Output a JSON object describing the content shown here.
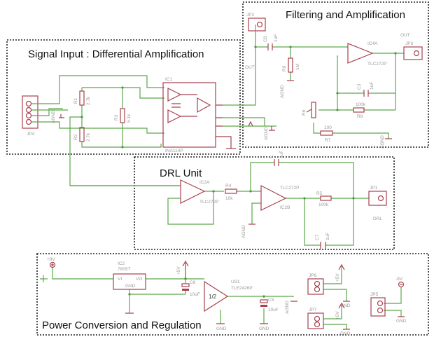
{
  "sections": {
    "signal_input": "Signal Input : Differential Amplification",
    "filtering": "Filtering and Amplification",
    "drl": "DRL Unit",
    "power": "Power Conversion and Regulation"
  },
  "signal": {
    "jp4": "JP4",
    "agnd": "AGND",
    "r1": "R1",
    "r1_val": "2.7k",
    "r2": "R2",
    "r2_val": "2.7k",
    "r3": "R3",
    "r3_val": "5.1k",
    "ic1": "IC1",
    "ic1_part": "INA114P"
  },
  "filter": {
    "jp2": "JP2",
    "c8": "C8",
    "c8_val": "1uF",
    "r9": "R9",
    "r9_val": "1M",
    "agnd1": "AGND",
    "ic4a": "IC4A",
    "ic4_part": "TLC272P",
    "out": "OUT",
    "out_left": "OUT",
    "jp3": "JP3",
    "c3": "C3",
    "c3_val": "1uF",
    "r8_val": "100k",
    "r8": "R8",
    "r6": "R6",
    "r7_val": "100",
    "r7": "R7",
    "agnd2": "AGND",
    "agnd3": "AGND"
  },
  "drl": {
    "ic2a": "IC2A",
    "ic2a_part": "TLC272P",
    "r4": "R4",
    "r4_val": "10k",
    "ic2b_part": "TLC272P",
    "ic2b": "IC2B",
    "r5": "R5",
    "r5_val": "100k",
    "jp1": "JP1",
    "drl": "DRL",
    "agnd": "AGND",
    "c_top": "C",
    "c_top_val": "1uF",
    "c7": "C7",
    "c7_val": "1uF"
  },
  "power": {
    "p9v": "+9V",
    "ic2": "IC2",
    "ic2_part": "7805T",
    "vi": "VI",
    "vo": "VO",
    "gnd_reg": "GND",
    "p5v": "+5V",
    "c6": "C6",
    "c6_val": "10uF",
    "us1": "US1",
    "us1_part": "TLE2426P",
    "half": "1/2",
    "c5": "C5",
    "c5_val": "10uF",
    "gnd1": "GND",
    "gnd2": "GND",
    "agnd": "AGND",
    "jp6": "JP6",
    "jp6_v": "+5V",
    "jp6_gnd": "GND",
    "jp7": "JP7",
    "jp7_v": "+5V",
    "jp7_gnd": "GND",
    "jp5": "JP5",
    "jp5_v": "-9V",
    "jp5_gnd": "GND"
  },
  "colors": {
    "wire": "#5aa84a",
    "component": "#a8404e",
    "label": "#9a9a9a"
  }
}
